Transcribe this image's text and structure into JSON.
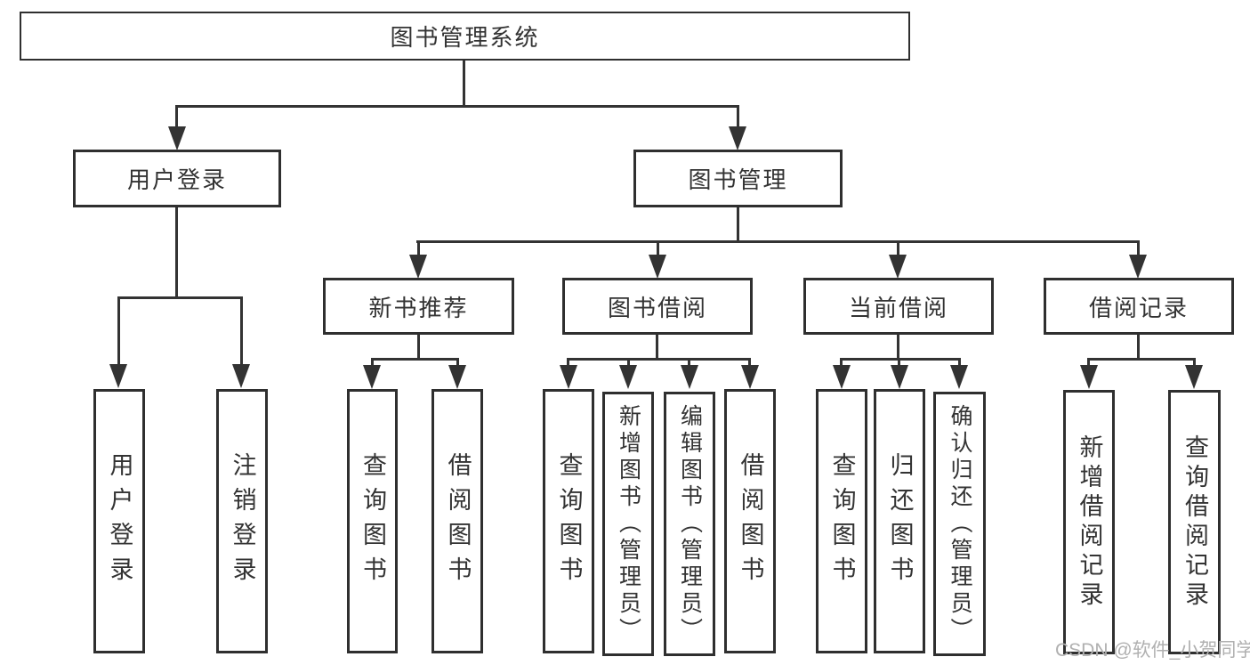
{
  "tree": {
    "label": "图书管理系统",
    "children": [
      {
        "label": "用户登录",
        "children": [
          {
            "label": "用户登录"
          },
          {
            "label": "注销登录"
          }
        ]
      },
      {
        "label": "图书管理",
        "children": [
          {
            "label": "新书推荐",
            "children": [
              {
                "label": "查询图书"
              },
              {
                "label": "借阅图书"
              }
            ]
          },
          {
            "label": "图书借阅",
            "children": [
              {
                "label": "查询图书"
              },
              {
                "label": "新增图书（管理员）"
              },
              {
                "label": "编辑图书（管理员）"
              },
              {
                "label": "借阅图书"
              }
            ]
          },
          {
            "label": "当前借阅",
            "children": [
              {
                "label": "查询图书"
              },
              {
                "label": "归还图书"
              },
              {
                "label": "确认归还（管理员）"
              }
            ]
          },
          {
            "label": "借阅记录",
            "children": [
              {
                "label": "新增借阅记录"
              },
              {
                "label": "查询借阅记录"
              }
            ]
          }
        ]
      }
    ]
  },
  "watermark": "CSDN @软件_小贺同学",
  "colors": {
    "line": "#333333",
    "box_border": "#2f2f2f",
    "box_background": "#ffffff",
    "page_background": "#ffffff",
    "watermark_text": "#b0b0b0"
  }
}
